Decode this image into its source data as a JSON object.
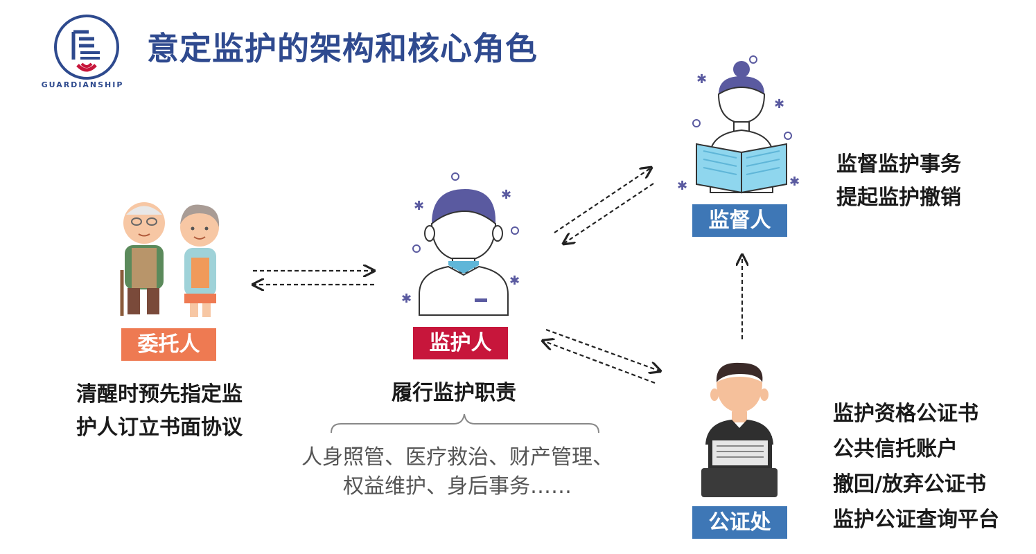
{
  "title": "意定监护的架构和核心角色",
  "logo": {
    "text": "GUARDIANSHIP",
    "icon": "guardianship-seal-icon"
  },
  "roles": {
    "client": "委托人",
    "guardian": "监护人",
    "supervisor": "监督人",
    "notary": "公证处"
  },
  "client_desc": [
    "清醒时预先指定监",
    "护人订立书面协议"
  ],
  "guardian_duty": "履行监护职责",
  "duties_detail": [
    "人身照管、医疗救治、财产管理、",
    "权益维护、身后事务……"
  ],
  "supervisor_duties": [
    "监督监护事务",
    "提起监护撤销"
  ],
  "notary_services": [
    "监护资格公证书",
    "公共信托账户",
    "撤回/放弃公证书",
    "监护公证查询平台"
  ],
  "colors": {
    "title": "#2f4a8f",
    "client_label": "#ee7a52",
    "guardian_label": "#c7163b",
    "supervisor_label": "#3e77b6",
    "notary_label": "#3e77b6",
    "figure_accent": "#5a5aa0"
  }
}
